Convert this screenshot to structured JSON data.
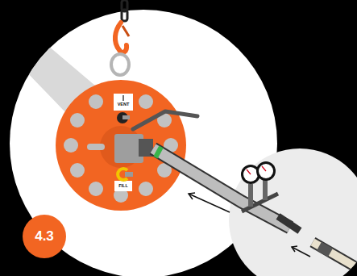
{
  "diagram": {
    "nodes": [
      {
        "text": [
          "4.3"
        ]
      }
    ],
    "labels": [
      "VENT",
      "FILL"
    ]
  }
}
